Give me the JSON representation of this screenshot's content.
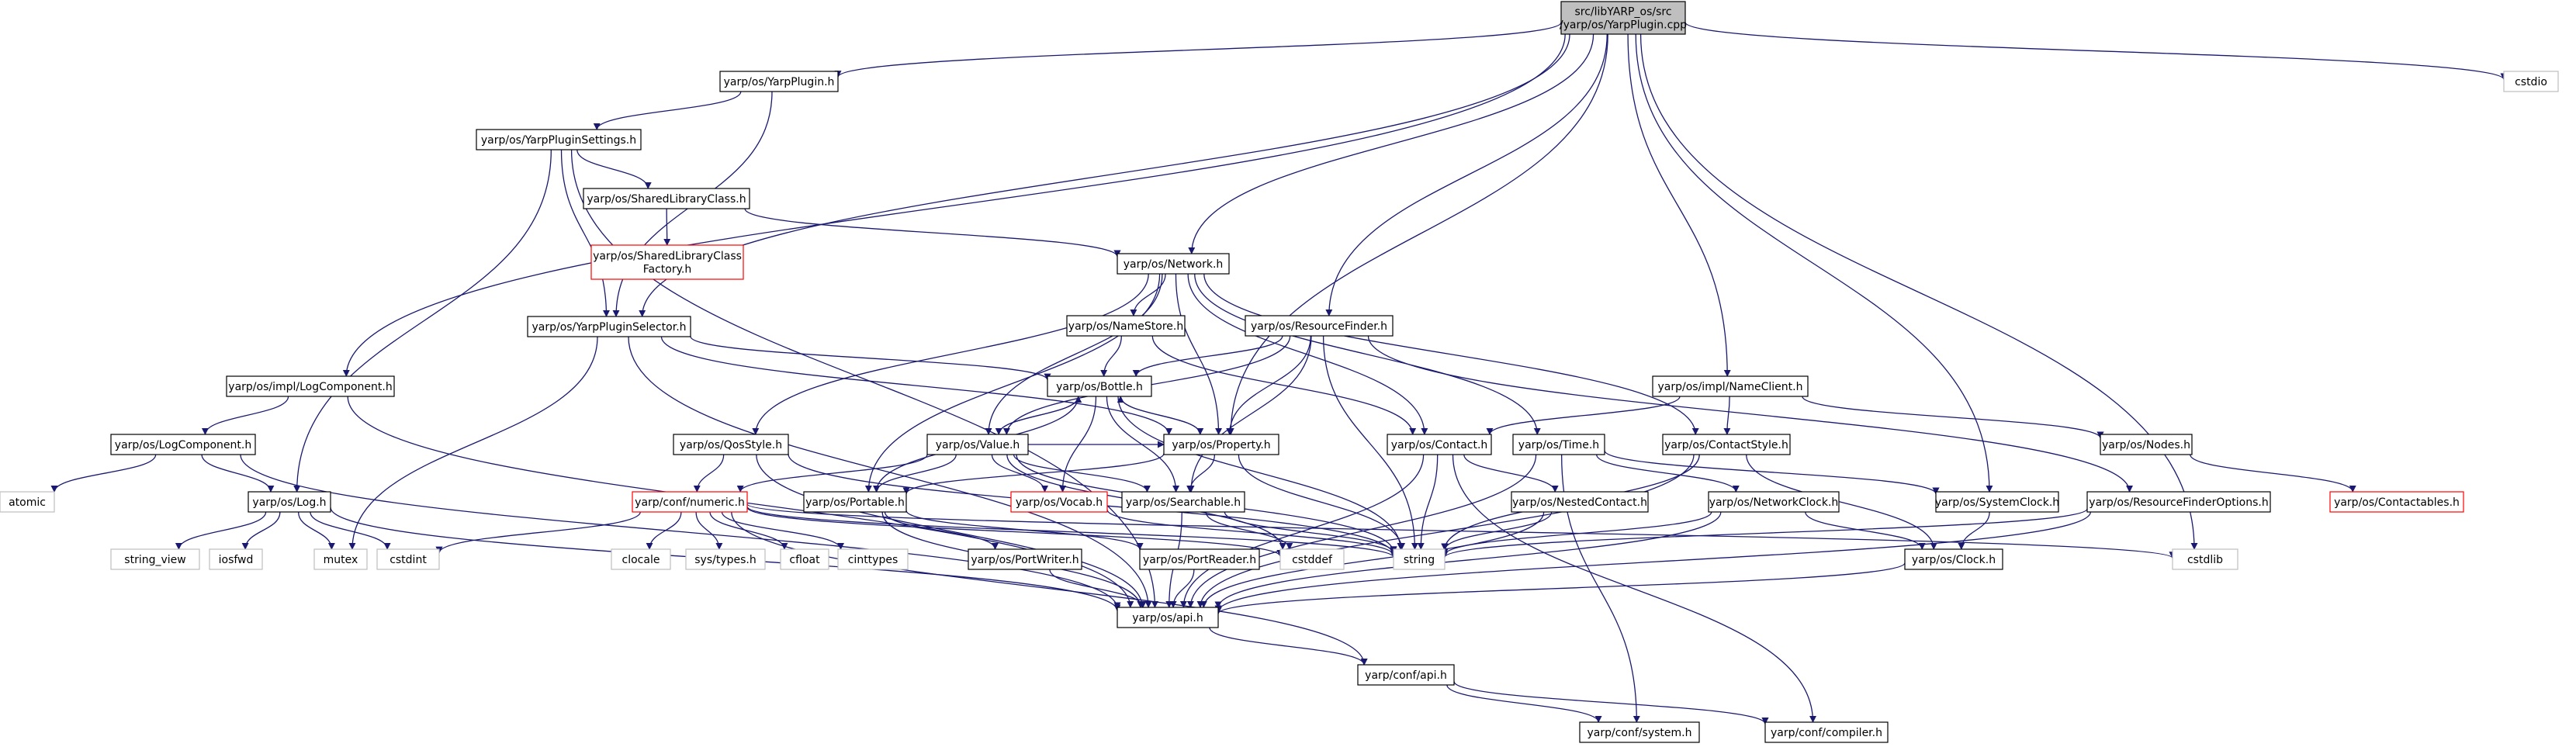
{
  "colors": {
    "edge": "#191970",
    "node_border_normal": "#000000",
    "node_border_missing": "#ff0000",
    "node_border_system": "#bfbfbf",
    "root_fill": "#bfbfbf",
    "node_text": "#000000",
    "background": "#ffffff"
  },
  "nodes": [
    {
      "id": "root",
      "lines": [
        "src/libYARP_os/src",
        "/yarp/os/YarpPlugin.cpp"
      ],
      "kind": "root"
    },
    {
      "id": "yarpplugin",
      "lines": [
        "yarp/os/YarpPlugin.h"
      ],
      "kind": "normal"
    },
    {
      "id": "yarppluginsettings",
      "lines": [
        "yarp/os/YarpPluginSettings.h"
      ],
      "kind": "normal"
    },
    {
      "id": "sharedlibraryclass",
      "lines": [
        "yarp/os/SharedLibraryClass.h"
      ],
      "kind": "normal"
    },
    {
      "id": "sharedlibraryclassfactory",
      "lines": [
        "yarp/os/SharedLibraryClass",
        "Factory.h"
      ],
      "kind": "missing"
    },
    {
      "id": "network",
      "lines": [
        "yarp/os/Network.h"
      ],
      "kind": "normal"
    },
    {
      "id": "yarppluginselector",
      "lines": [
        "yarp/os/YarpPluginSelector.h"
      ],
      "kind": "normal"
    },
    {
      "id": "namestore",
      "lines": [
        "yarp/os/NameStore.h"
      ],
      "kind": "normal"
    },
    {
      "id": "resourcefinder",
      "lines": [
        "yarp/os/ResourceFinder.h"
      ],
      "kind": "normal"
    },
    {
      "id": "bottle",
      "lines": [
        "yarp/os/Bottle.h"
      ],
      "kind": "normal"
    },
    {
      "id": "implnameclient",
      "lines": [
        "yarp/os/impl/NameClient.h"
      ],
      "kind": "normal"
    },
    {
      "id": "impllogcomponent",
      "lines": [
        "yarp/os/impl/LogComponent.h"
      ],
      "kind": "normal"
    },
    {
      "id": "logcomponent",
      "lines": [
        "yarp/os/LogComponent.h"
      ],
      "kind": "normal"
    },
    {
      "id": "value",
      "lines": [
        "yarp/os/Value.h"
      ],
      "kind": "normal"
    },
    {
      "id": "property",
      "lines": [
        "yarp/os/Property.h"
      ],
      "kind": "normal"
    },
    {
      "id": "qosstyle",
      "lines": [
        "yarp/os/QosStyle.h"
      ],
      "kind": "normal"
    },
    {
      "id": "contact",
      "lines": [
        "yarp/os/Contact.h"
      ],
      "kind": "normal"
    },
    {
      "id": "time",
      "lines": [
        "yarp/os/Time.h"
      ],
      "kind": "normal"
    },
    {
      "id": "contactstyle",
      "lines": [
        "yarp/os/ContactStyle.h"
      ],
      "kind": "normal"
    },
    {
      "id": "nodes",
      "lines": [
        "yarp/os/Nodes.h"
      ],
      "kind": "normal"
    },
    {
      "id": "log",
      "lines": [
        "yarp/os/Log.h"
      ],
      "kind": "normal"
    },
    {
      "id": "confnumeric",
      "lines": [
        "yarp/conf/numeric.h"
      ],
      "kind": "missing"
    },
    {
      "id": "portable",
      "lines": [
        "yarp/os/Portable.h"
      ],
      "kind": "normal"
    },
    {
      "id": "vocab",
      "lines": [
        "yarp/os/Vocab.h"
      ],
      "kind": "missing"
    },
    {
      "id": "searchable",
      "lines": [
        "yarp/os/Searchable.h"
      ],
      "kind": "normal"
    },
    {
      "id": "nestedcontact",
      "lines": [
        "yarp/os/NestedContact.h"
      ],
      "kind": "normal"
    },
    {
      "id": "networkclock",
      "lines": [
        "yarp/os/NetworkClock.h"
      ],
      "kind": "normal"
    },
    {
      "id": "systemclock",
      "lines": [
        "yarp/os/SystemClock.h"
      ],
      "kind": "normal"
    },
    {
      "id": "resourcefinderoptions",
      "lines": [
        "yarp/os/ResourceFinderOptions.h"
      ],
      "kind": "normal"
    },
    {
      "id": "contactables",
      "lines": [
        "yarp/os/Contactables.h"
      ],
      "kind": "missing"
    },
    {
      "id": "portwriter",
      "lines": [
        "yarp/os/PortWriter.h"
      ],
      "kind": "normal"
    },
    {
      "id": "portreader",
      "lines": [
        "yarp/os/PortReader.h"
      ],
      "kind": "normal"
    },
    {
      "id": "clock",
      "lines": [
        "yarp/os/Clock.h"
      ],
      "kind": "normal"
    },
    {
      "id": "api",
      "lines": [
        "yarp/os/api.h"
      ],
      "kind": "normal"
    },
    {
      "id": "confapi",
      "lines": [
        "yarp/conf/api.h"
      ],
      "kind": "normal"
    },
    {
      "id": "confsystem",
      "lines": [
        "yarp/conf/system.h"
      ],
      "kind": "normal"
    },
    {
      "id": "confcompiler",
      "lines": [
        "yarp/conf/compiler.h"
      ],
      "kind": "normal"
    },
    {
      "id": "cstdio",
      "lines": [
        "cstdio"
      ],
      "kind": "system"
    },
    {
      "id": "atomic",
      "lines": [
        "atomic"
      ],
      "kind": "system"
    },
    {
      "id": "string_view",
      "lines": [
        "string_view"
      ],
      "kind": "system"
    },
    {
      "id": "iosfwd",
      "lines": [
        "iosfwd"
      ],
      "kind": "system"
    },
    {
      "id": "mutex",
      "lines": [
        "mutex"
      ],
      "kind": "system"
    },
    {
      "id": "cstdint",
      "lines": [
        "cstdint"
      ],
      "kind": "system"
    },
    {
      "id": "clocale",
      "lines": [
        "clocale"
      ],
      "kind": "system"
    },
    {
      "id": "systypes",
      "lines": [
        "sys/types.h"
      ],
      "kind": "system"
    },
    {
      "id": "cfloat",
      "lines": [
        "cfloat"
      ],
      "kind": "system"
    },
    {
      "id": "cinttypes",
      "lines": [
        "cinttypes"
      ],
      "kind": "system"
    },
    {
      "id": "cstddef",
      "lines": [
        "cstddef"
      ],
      "kind": "system"
    },
    {
      "id": "string",
      "lines": [
        "string"
      ],
      "kind": "system"
    },
    {
      "id": "cstdlib",
      "lines": [
        "cstdlib"
      ],
      "kind": "system"
    }
  ],
  "edges": [
    [
      "root",
      "yarpplugin"
    ],
    [
      "root",
      "impllogcomponent"
    ],
    [
      "root",
      "network"
    ],
    [
      "root",
      "resourcefinder"
    ],
    [
      "root",
      "yarppluginselector"
    ],
    [
      "root",
      "property"
    ],
    [
      "root",
      "implnameclient"
    ],
    [
      "root",
      "systemclock"
    ],
    [
      "root",
      "cstdlib"
    ],
    [
      "root",
      "cstdio"
    ],
    [
      "yarpplugin",
      "yarppluginsettings"
    ],
    [
      "yarpplugin",
      "yarppluginselector"
    ],
    [
      "yarppluginsettings",
      "sharedlibraryclass"
    ],
    [
      "yarppluginsettings",
      "yarppluginselector"
    ],
    [
      "yarppluginsettings",
      "log"
    ],
    [
      "yarppluginsettings",
      "api"
    ],
    [
      "sharedlibraryclass",
      "sharedlibraryclassfactory"
    ],
    [
      "sharedlibraryclass",
      "network"
    ],
    [
      "network",
      "namestore"
    ],
    [
      "network",
      "qosstyle"
    ],
    [
      "network",
      "value"
    ],
    [
      "network",
      "portable"
    ],
    [
      "network",
      "property"
    ],
    [
      "network",
      "contact"
    ],
    [
      "network",
      "time"
    ],
    [
      "network",
      "contactstyle"
    ],
    [
      "yarppluginselector",
      "bottle"
    ],
    [
      "yarppluginselector",
      "property"
    ],
    [
      "yarppluginselector",
      "mutex"
    ],
    [
      "yarppluginselector",
      "api"
    ],
    [
      "namestore",
      "bottle"
    ],
    [
      "namestore",
      "contact"
    ],
    [
      "resourcefinder",
      "bottle"
    ],
    [
      "resourcefinder",
      "property"
    ],
    [
      "resourcefinder",
      "value"
    ],
    [
      "resourcefinder",
      "searchable"
    ],
    [
      "resourcefinder",
      "resourcefinderoptions"
    ],
    [
      "resourcefinder",
      "string"
    ],
    [
      "bottle",
      "value"
    ],
    [
      "bottle",
      "property"
    ],
    [
      "bottle",
      "vocab"
    ],
    [
      "bottle",
      "portable"
    ],
    [
      "bottle",
      "searchable"
    ],
    [
      "bottle",
      "string"
    ],
    [
      "value",
      "bottle"
    ],
    [
      "value",
      "property"
    ],
    [
      "value",
      "confnumeric"
    ],
    [
      "value",
      "portable"
    ],
    [
      "value",
      "vocab"
    ],
    [
      "value",
      "searchable"
    ],
    [
      "value",
      "cstddef"
    ],
    [
      "value",
      "string"
    ],
    [
      "property",
      "bottle"
    ],
    [
      "property",
      "portable"
    ],
    [
      "property",
      "searchable"
    ],
    [
      "property",
      "string"
    ],
    [
      "implnameclient",
      "contact"
    ],
    [
      "implnameclient",
      "contactstyle"
    ],
    [
      "implnameclient",
      "nodes"
    ],
    [
      "impllogcomponent",
      "logcomponent"
    ],
    [
      "impllogcomponent",
      "api"
    ],
    [
      "logcomponent",
      "atomic"
    ],
    [
      "logcomponent",
      "log"
    ],
    [
      "logcomponent",
      "api"
    ],
    [
      "qosstyle",
      "confnumeric"
    ],
    [
      "qosstyle",
      "string"
    ],
    [
      "qosstyle",
      "api"
    ],
    [
      "contact",
      "nestedcontact"
    ],
    [
      "contact",
      "string"
    ],
    [
      "contact",
      "api"
    ],
    [
      "time",
      "networkclock"
    ],
    [
      "time",
      "systemclock"
    ],
    [
      "time",
      "confsystem"
    ],
    [
      "time",
      "api"
    ],
    [
      "contactstyle",
      "string"
    ],
    [
      "contactstyle",
      "clock"
    ],
    [
      "contactstyle",
      "api"
    ],
    [
      "nodes",
      "contactables"
    ],
    [
      "log",
      "string_view"
    ],
    [
      "log",
      "iosfwd"
    ],
    [
      "log",
      "mutex"
    ],
    [
      "log",
      "cstdint"
    ],
    [
      "log",
      "api"
    ],
    [
      "confnumeric",
      "clocale"
    ],
    [
      "confnumeric",
      "systypes"
    ],
    [
      "confnumeric",
      "cfloat"
    ],
    [
      "confnumeric",
      "cinttypes"
    ],
    [
      "confnumeric",
      "cstdint"
    ],
    [
      "confnumeric",
      "cstddef"
    ],
    [
      "confnumeric",
      "string"
    ],
    [
      "confnumeric",
      "confapi"
    ],
    [
      "confnumeric",
      "cstdlib"
    ],
    [
      "portable",
      "portwriter"
    ],
    [
      "portable",
      "portreader"
    ],
    [
      "portable",
      "api"
    ],
    [
      "vocab",
      "string"
    ],
    [
      "searchable",
      "cstddef"
    ],
    [
      "searchable",
      "string"
    ],
    [
      "searchable",
      "api"
    ],
    [
      "nestedcontact",
      "string"
    ],
    [
      "nestedcontact",
      "api"
    ],
    [
      "networkclock",
      "clock"
    ],
    [
      "networkclock",
      "string"
    ],
    [
      "networkclock",
      "api"
    ],
    [
      "systemclock",
      "clock"
    ],
    [
      "resourcefinderoptions",
      "string"
    ],
    [
      "resourcefinderoptions",
      "api"
    ],
    [
      "portwriter",
      "api"
    ],
    [
      "portreader",
      "api"
    ],
    [
      "clock",
      "api"
    ],
    [
      "api",
      "confapi"
    ],
    [
      "confapi",
      "confsystem"
    ],
    [
      "confapi",
      "confcompiler"
    ],
    [
      "contact",
      "confcompiler"
    ]
  ]
}
